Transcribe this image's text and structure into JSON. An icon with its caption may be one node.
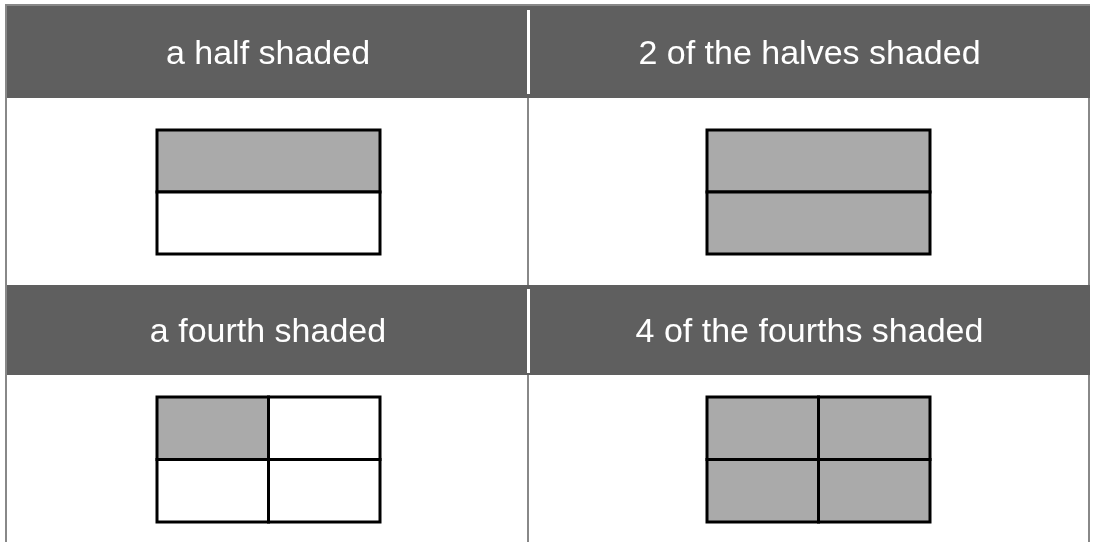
{
  "diagram": {
    "labels": [
      "a half shaded",
      "2 of the halves shaded",
      "a fourth shaded",
      "4 of the fourths shaded"
    ]
  }
}
